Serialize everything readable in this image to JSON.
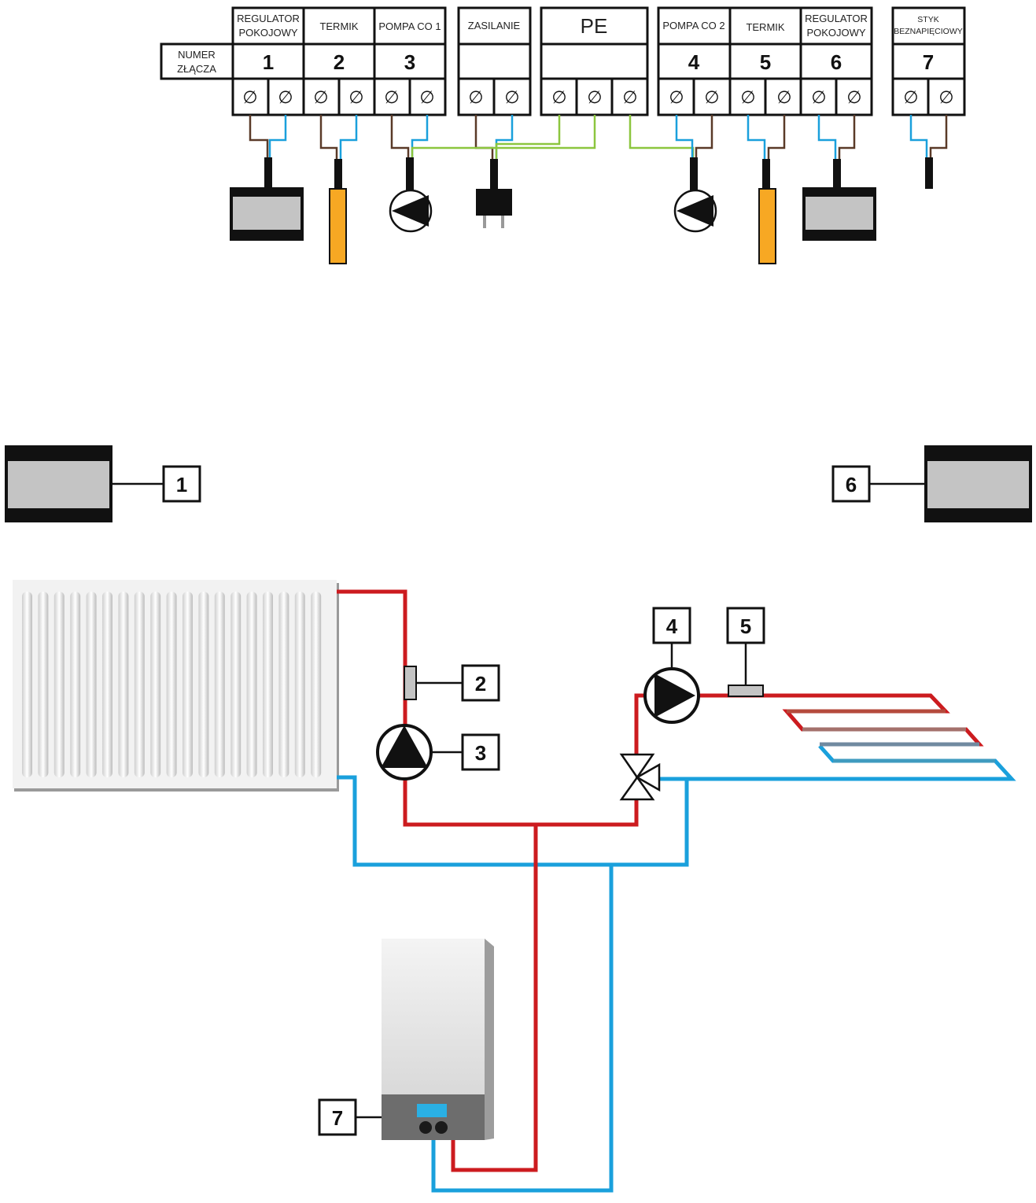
{
  "wiring": {
    "left_label": {
      "line1": "NUMER",
      "line2": "ZŁĄCZA"
    },
    "blocks": [
      {
        "title1": "REGULATOR",
        "title2": "POKOJOWY",
        "number": "1"
      },
      {
        "title1": "TERMIK",
        "title2": "",
        "number": "2"
      },
      {
        "title1": "POMPA CO 1",
        "title2": "",
        "number": "3"
      },
      {
        "title1": "ZASILANIE",
        "title2": "",
        "number": ""
      },
      {
        "title1": "PE",
        "title2": "",
        "number": ""
      },
      {
        "title1": "POMPA CO 2",
        "title2": "",
        "number": "4"
      },
      {
        "title1": "TERMIK",
        "title2": "",
        "number": "5"
      },
      {
        "title1": "REGULATOR",
        "title2": "POKOJOWY",
        "number": "6"
      },
      {
        "title1": "STYK",
        "title2": "BEZNAPIĘCIOWY",
        "number": "7"
      }
    ],
    "screw_symbol": "∅"
  },
  "hydraulic": {
    "labels": [
      "1",
      "2",
      "3",
      "4",
      "5",
      "6",
      "7"
    ]
  },
  "colors": {
    "hot_pipe": "#cc1b1f",
    "cold_pipe": "#1aa0dc",
    "brown_wire": "#5a3a28",
    "blue_wire": "#1aa0dc",
    "green_wire": "#8cc63f",
    "sensor": "#f7a823",
    "regulator_gray": "#c4c4c4"
  }
}
